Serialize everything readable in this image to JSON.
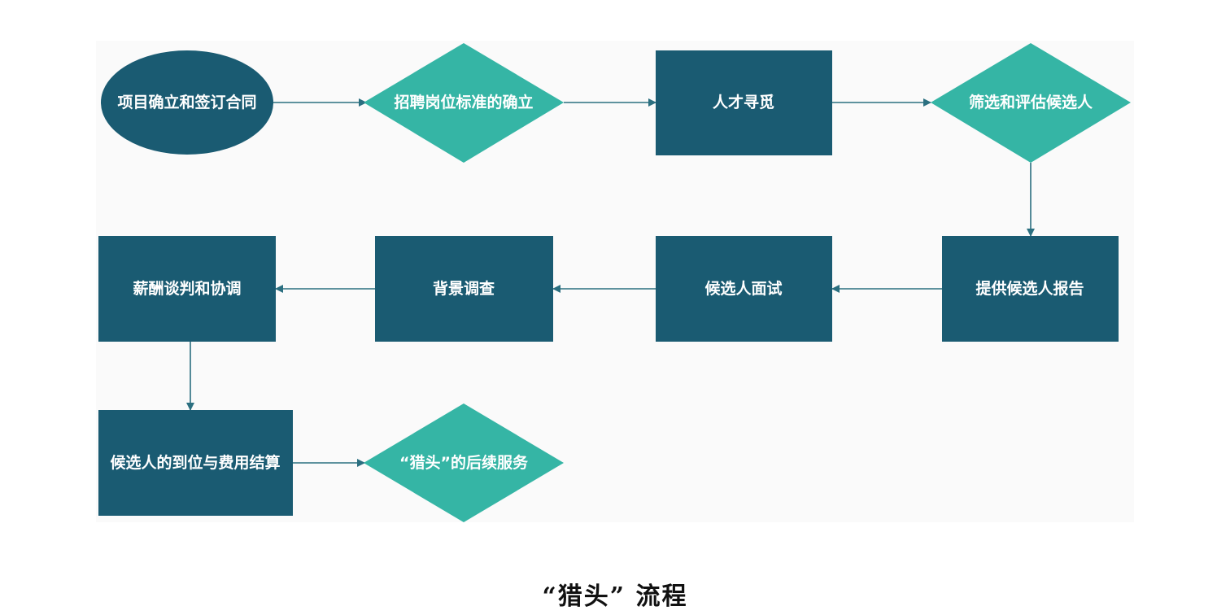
{
  "colors": {
    "dark_node": "#1a5b72",
    "diamond_node": "#35b5a5",
    "arrow": "#2b6f80",
    "panel_bg": "#fafafa"
  },
  "nodes": {
    "start": "项目确立和签订合同",
    "criteria": "招聘岗位标准的确立",
    "search": "人才寻觅",
    "screen": "筛选和评估候选人",
    "report": "提供候选人报告",
    "interview": "候选人面试",
    "background": "背景调查",
    "negotiate": "薪酬谈判和协调",
    "onboard": "候选人的到位与费用结算",
    "followup": "“猎头”的后续服务"
  },
  "caption": "“猎头” 流程"
}
